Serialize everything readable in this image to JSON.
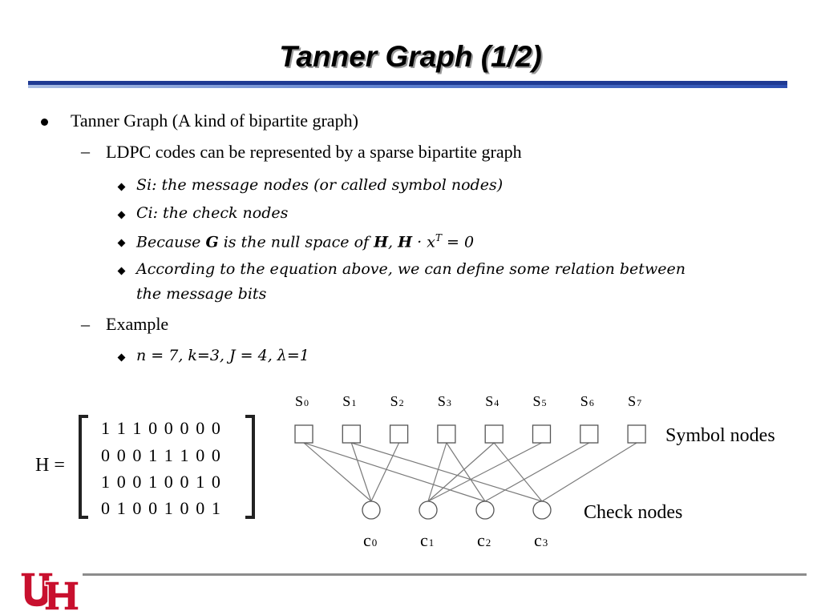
{
  "title": "Tanner Graph (1/2)",
  "bullets": {
    "b1": "Tanner Graph (A kind of bipartite graph)",
    "sub1": "LDPC codes can be represented by a sparse bipartite graph",
    "d1": "Si: the message nodes (or called symbol nodes)",
    "d2": "Ci: the check nodes",
    "d3_a": "Because ",
    "d3_g": "G",
    "d3_b": " is the null space of ",
    "d3_h1": "H",
    "d3_c": ", ",
    "d3_h2": "H",
    "d3_d": " · x",
    "d3_t": "T",
    "d3_e": " = 0",
    "d4_l1": "According to the equation above, we can define some relation between",
    "d4_l2": "the message bits",
    "sub2": "Example",
    "d5": "n = 7, k=3, J = 4, λ=1"
  },
  "matrix": {
    "label": "H =",
    "rows": [
      "1 1 1 0 0 0 0 0",
      "0 0 0 1 1 1 0 0",
      "1 0 0 1 0 0 1 0",
      "0 1 0 0 1 0 0 1"
    ]
  },
  "graph": {
    "symbol_label": "Symbol nodes",
    "check_label": "Check nodes",
    "symbol_nodes": [
      {
        "letter": "S",
        "index": "0"
      },
      {
        "letter": "S",
        "index": "1"
      },
      {
        "letter": "S",
        "index": "2"
      },
      {
        "letter": "S",
        "index": "3"
      },
      {
        "letter": "S",
        "index": "4"
      },
      {
        "letter": "S",
        "index": "5"
      },
      {
        "letter": "S",
        "index": "6"
      },
      {
        "letter": "S",
        "index": "7"
      }
    ],
    "check_nodes": [
      {
        "letter": "c",
        "index": "0"
      },
      {
        "letter": "c",
        "index": "1"
      },
      {
        "letter": "c",
        "index": "2"
      },
      {
        "letter": "c",
        "index": "3"
      }
    ],
    "edges": [
      [
        0,
        0
      ],
      [
        0,
        2
      ],
      [
        1,
        0
      ],
      [
        1,
        3
      ],
      [
        2,
        0
      ],
      [
        3,
        1
      ],
      [
        3,
        2
      ],
      [
        4,
        1
      ],
      [
        4,
        3
      ],
      [
        5,
        1
      ],
      [
        6,
        2
      ],
      [
        7,
        3
      ]
    ],
    "edge_color": "#7a7a7a",
    "node_color": "#555555"
  },
  "logo": {
    "text": "UH",
    "red": "#c8102e"
  }
}
